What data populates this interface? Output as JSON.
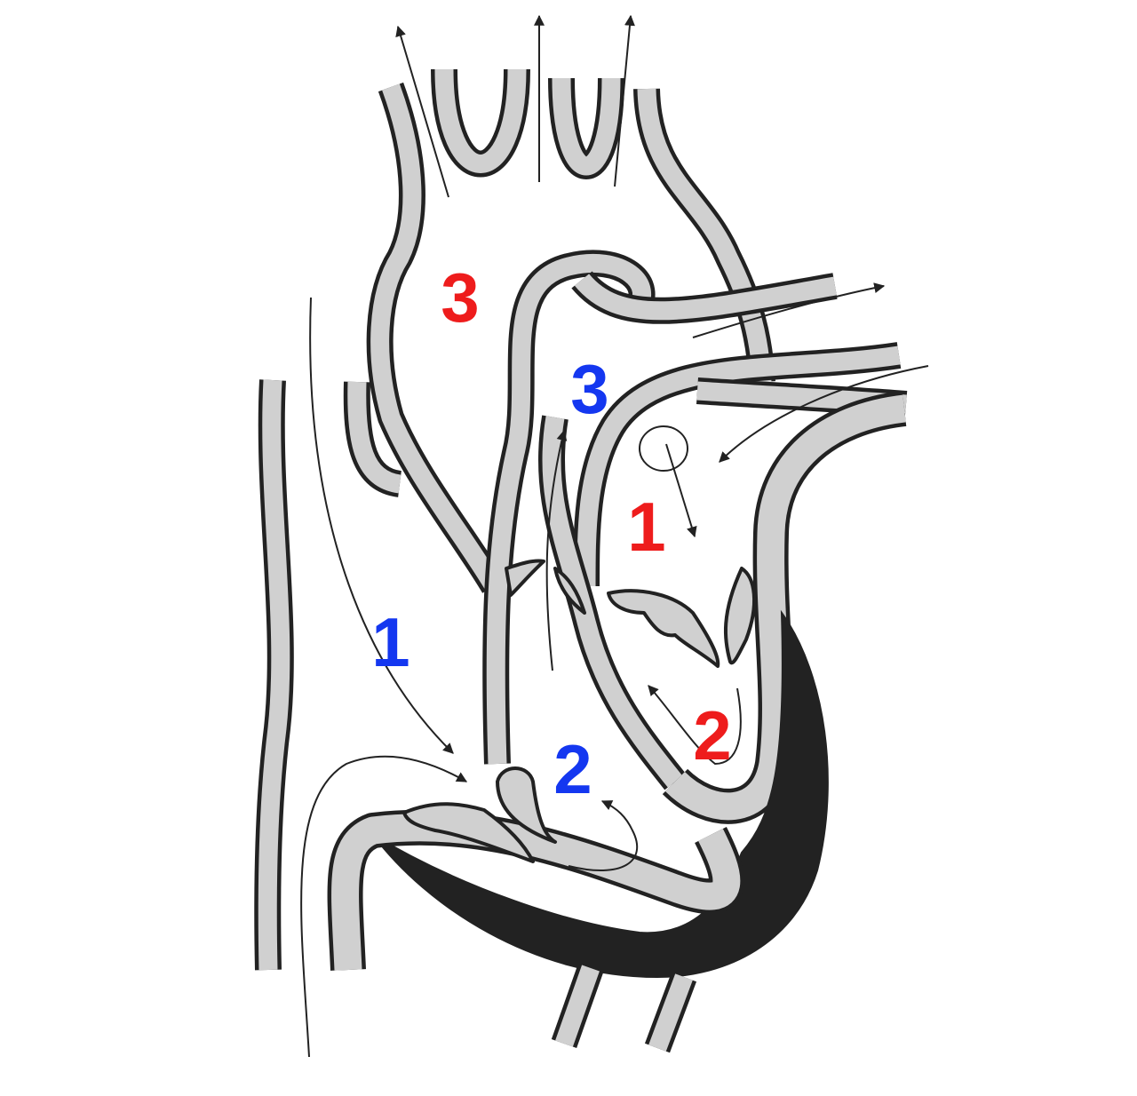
{
  "colors": {
    "red": "#ee1c1c",
    "blue": "#1437f0",
    "vessel_fill": "#d0d0d0",
    "outline": "#222222"
  },
  "labels": {
    "red_1": "1",
    "red_2": "2",
    "red_3": "3",
    "blue_1": "1",
    "blue_2": "2",
    "blue_3": "3"
  }
}
